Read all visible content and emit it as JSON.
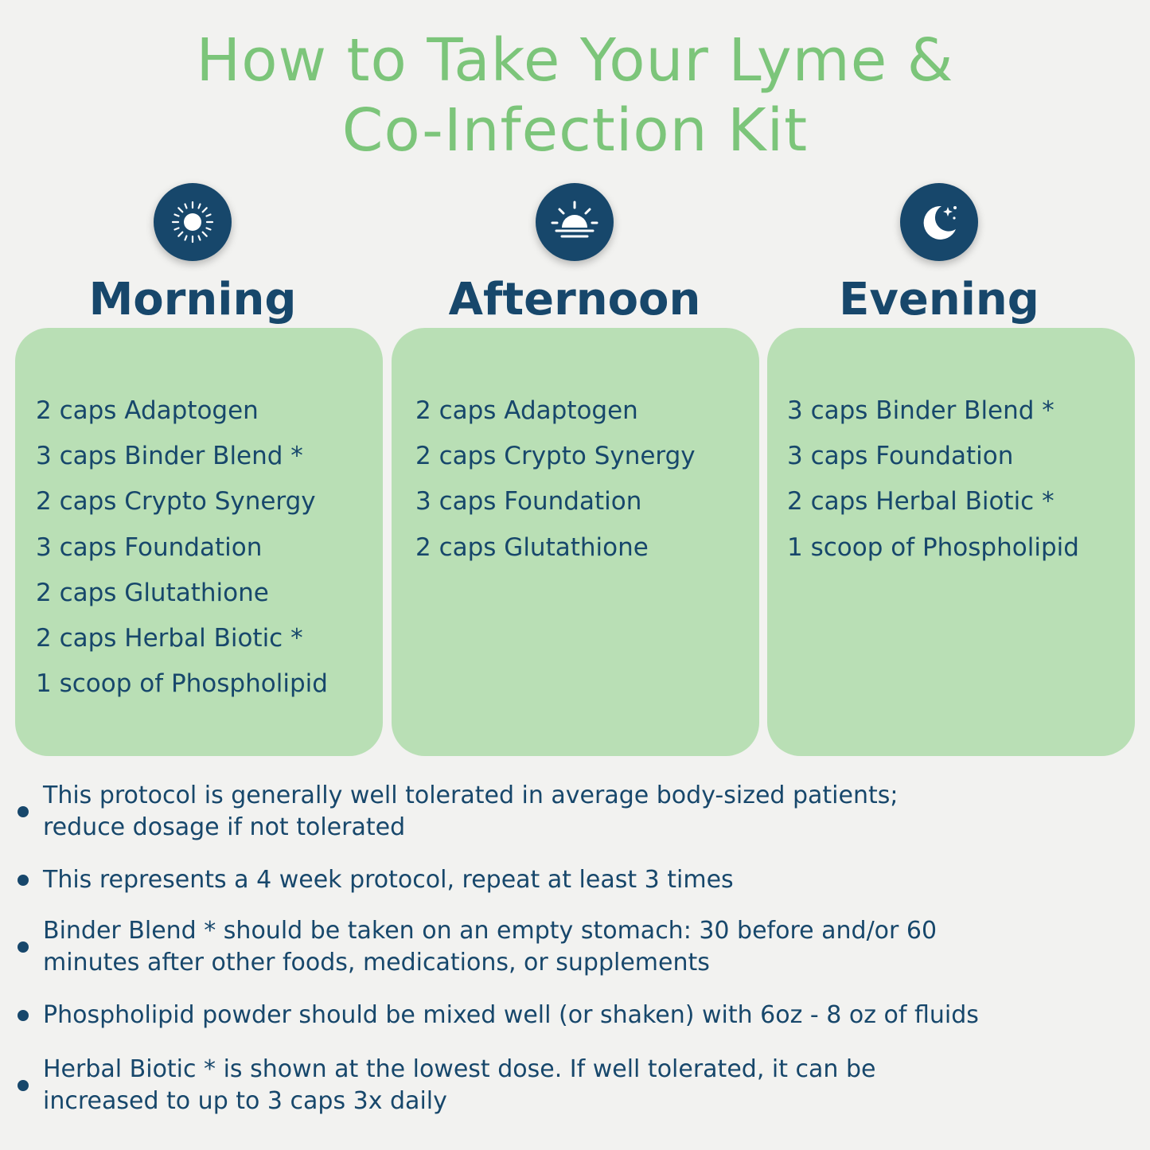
{
  "title_line1": "How to Take Your Lyme &",
  "title_line2": "Co-Infection Kit",
  "columns": [
    {
      "name": "Morning",
      "icon": "sun-icon",
      "items": [
        "2 caps Adaptogen",
        "3 caps Binder Blend *",
        "2 caps Crypto Synergy",
        "3 caps Foundation",
        "2 caps Glutathione",
        "2 caps Herbal Biotic *",
        "1 scoop of Phospholipid"
      ]
    },
    {
      "name": "Afternoon",
      "icon": "sunset-icon",
      "items": [
        "2 caps Adaptogen",
        "2 caps Crypto Synergy",
        "3 caps Foundation",
        "2 caps Glutathione"
      ]
    },
    {
      "name": "Evening",
      "icon": "moon-stars-icon",
      "items": [
        "3 caps Binder Blend *",
        "3 caps Foundation",
        "2 caps Herbal Biotic *",
        "1 scoop of Phospholipid"
      ]
    }
  ],
  "notes": [
    [
      "This protocol is generally well tolerated in average body-sized patients;",
      "reduce dosage if not tolerated"
    ],
    [
      "This represents a 4 week protocol, repeat at least 3 times"
    ],
    [
      "Binder Blend * should be taken on an empty stomach: 30 before and/or 60",
      "minutes after other foods, medications, or supplements"
    ],
    [
      "Phospholipid powder should be mixed well (or shaken) with 6oz - 8 oz of fluids"
    ],
    [
      "Herbal Biotic * is shown at the lowest dose. If well tolerated, it can be",
      "increased to up to 3 caps 3x daily"
    ]
  ],
  "colors": {
    "title": "#7cc57a",
    "navy": "#17476b",
    "card": "#b9dfb5",
    "background": "#f2f2f0"
  }
}
